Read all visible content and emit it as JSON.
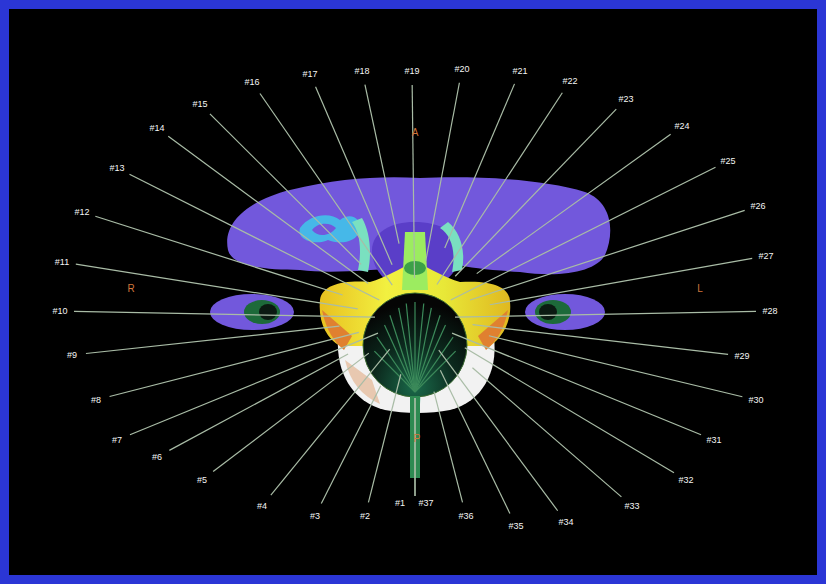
{
  "diagram": {
    "labels": [
      "#1",
      "#2",
      "#3",
      "#4",
      "#5",
      "#6",
      "#7",
      "#8",
      "#9",
      "#10",
      "#11",
      "#12",
      "#13",
      "#14",
      "#15",
      "#16",
      "#17",
      "#18",
      "#19",
      "#20",
      "#21",
      "#22",
      "#23",
      "#24",
      "#25",
      "#26",
      "#27",
      "#28",
      "#29",
      "#30",
      "#31",
      "#32",
      "#33",
      "#34",
      "#35",
      "#36",
      "#37",
      "A",
      "R",
      "L",
      "P"
    ]
  }
}
